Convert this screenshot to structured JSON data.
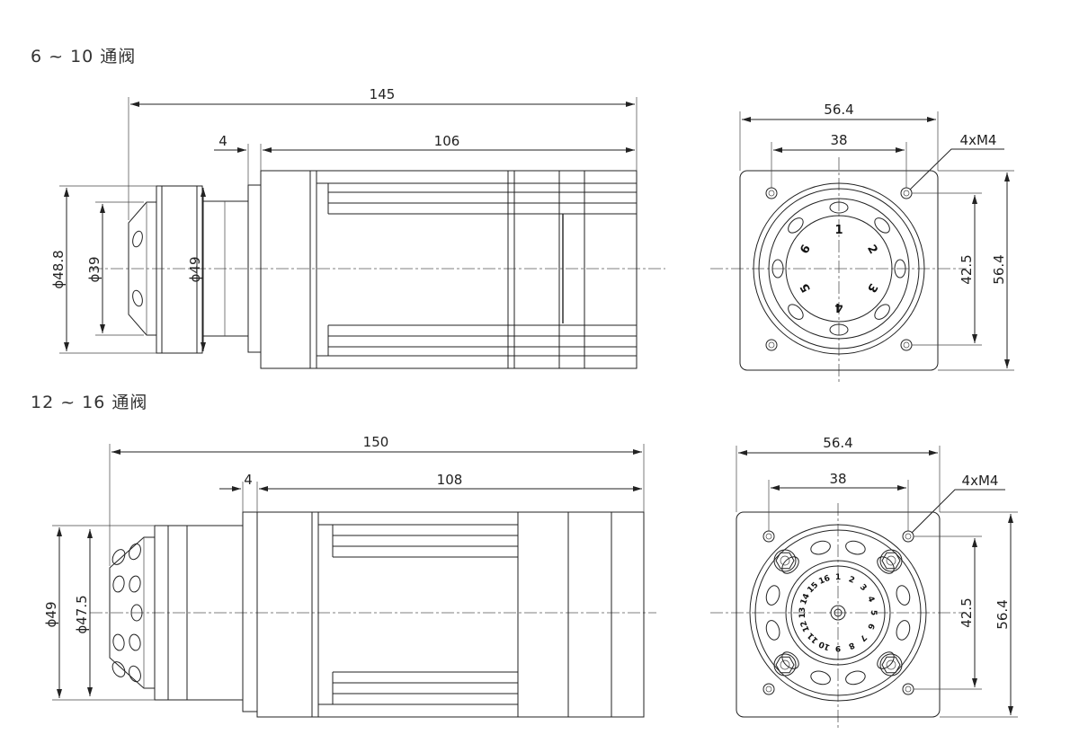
{
  "sections": {
    "top": {
      "title": "6 ~ 10 通阀"
    },
    "bottom": {
      "title": "12 ~ 16 通阀"
    }
  },
  "dims": {
    "top_side": {
      "overall": "145",
      "flange": "4",
      "body": "106",
      "d1": "ϕ48.8",
      "d2": "ϕ39",
      "d3": "ϕ49"
    },
    "top_front": {
      "width": "56.4",
      "bolt": "38",
      "thread": "4xM4",
      "pitch": "42.5",
      "height": "56.4"
    },
    "bottom_side": {
      "overall": "150",
      "flange": "4",
      "body": "108",
      "d1": "ϕ49",
      "d2": "ϕ47.5"
    },
    "bottom_front": {
      "width": "56.4",
      "bolt": "38",
      "thread": "4xM4",
      "pitch": "42.5",
      "height": "56.4"
    }
  },
  "port_numbers": {
    "top": [
      "1",
      "2",
      "3",
      "4",
      "5",
      "6"
    ],
    "bottom": [
      "1",
      "2",
      "3",
      "4",
      "5",
      "6",
      "7",
      "8",
      "9",
      "10",
      "11",
      "12",
      "13",
      "14",
      "15",
      "16"
    ]
  }
}
